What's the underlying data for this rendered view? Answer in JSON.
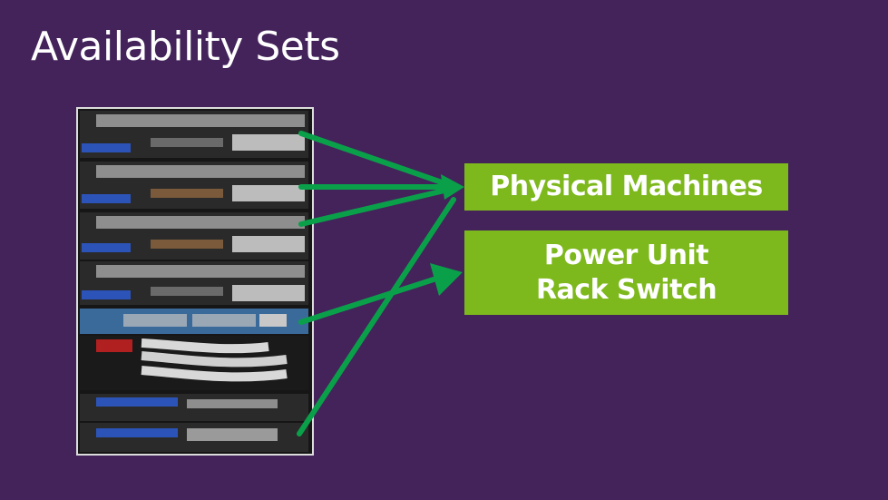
{
  "slide": {
    "title": "Availability Sets",
    "box_physical": "Physical Machines",
    "box_power_line1": "Power Unit",
    "box_power_line2": "Rack Switch"
  },
  "colors": {
    "background": "#43235a",
    "box_fill": "#7db81c",
    "arrow": "#0aa04a"
  },
  "image": {
    "subject": "server-rack-photo"
  }
}
